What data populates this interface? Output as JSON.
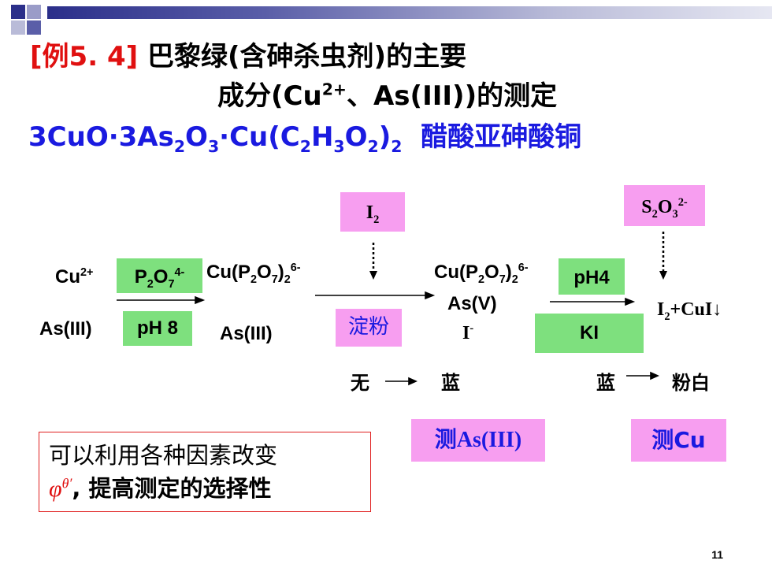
{
  "title": {
    "example_label": "[例5. 4]",
    "line1_rest": "巴黎绿(含砷杀虫剂)的主要",
    "line2_pre": "成分(Cu",
    "line2_sup": "2+",
    "line2_post": "、As(III))的测定",
    "formula_parts": [
      "3CuO·3As",
      "2",
      "O",
      "3",
      "·Cu(C",
      "2",
      "H",
      "3",
      "O",
      "2",
      ")",
      "2"
    ],
    "formula_name": "醋酸亚砷酸铜"
  },
  "scheme": {
    "cu2": "Cu",
    "cu2_sup": "2+",
    "as3": "As(III)",
    "box_p2o7": {
      "p": "P",
      "s1": "2",
      "o": "O",
      "s2": "7",
      "sup": "4-"
    },
    "box_ph8": "pH 8",
    "complex1": {
      "a": "Cu(P",
      "s1": "2",
      "b": "O",
      "s2": "7",
      "c": ")",
      "s3": "2",
      "sup": "6-"
    },
    "as3_b": "As(III)",
    "box_i2": {
      "i": "I",
      "sub": "2"
    },
    "box_starch": "淀粉",
    "complex2": {
      "a": "Cu(P",
      "s1": "2",
      "b": "O",
      "s2": "7",
      "c": ")",
      "s3": "2",
      "sup": "6-"
    },
    "as5": "As(V)",
    "iodide": "I",
    "iodide_sup": "-",
    "box_ph4": "pH4",
    "box_ki": "KI",
    "box_s2o3": {
      "s": "S",
      "s1": "2",
      "o": "O",
      "s2": "3",
      "sup": "2-"
    },
    "product": {
      "i": "I",
      "sub": "2",
      "rest": "+CuI↓"
    },
    "color1_from": "无",
    "color1_to": "蓝",
    "color2_from": "蓝",
    "color2_to": "粉白",
    "box_measure_as": "测As(III)",
    "box_measure_cu": "测Cu"
  },
  "note": {
    "line1": "可以利用各种因素改变",
    "phi": "φ",
    "phi_sup": "θ′",
    "line2_rest": ", 提高测定的选择性"
  },
  "page_number": "11",
  "colors": {
    "red": "#e01010",
    "blue": "#1a1ae0",
    "green_box": "#7ee07e",
    "pink_box": "#f79ef0"
  }
}
